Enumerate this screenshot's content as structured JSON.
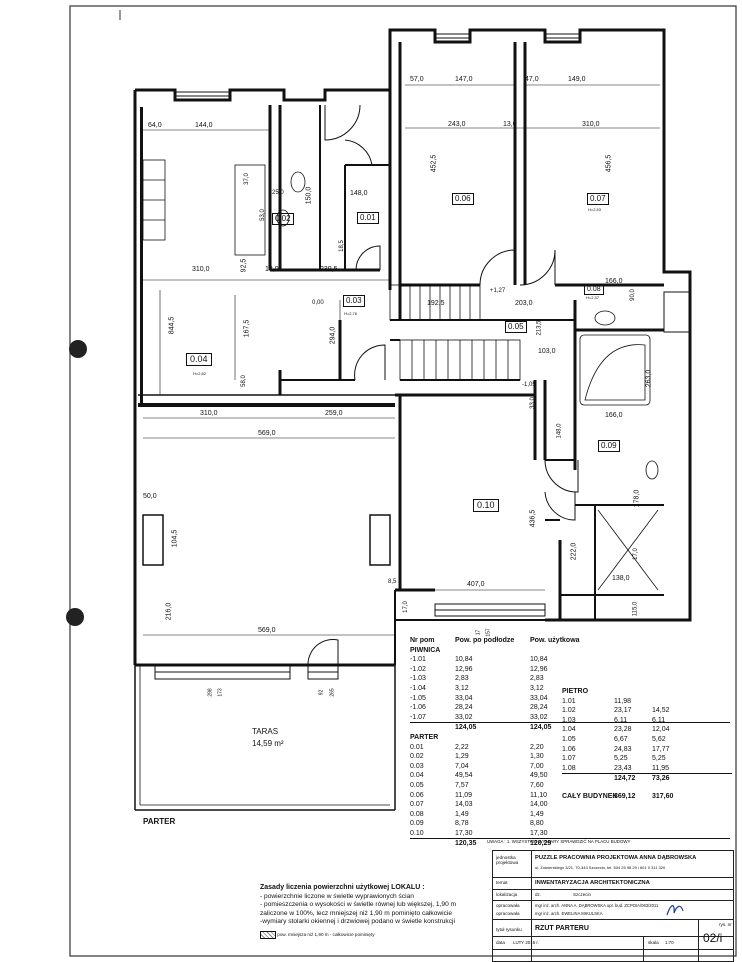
{
  "plan": {
    "floor_label": "PARTER",
    "terrace": {
      "name": "TARAS",
      "area": "14,59 m²"
    },
    "rooms": [
      {
        "id": "0.01",
        "height": ""
      },
      {
        "id": "0.02",
        "height": ""
      },
      {
        "id": "0.03",
        "height": "H=2,76"
      },
      {
        "id": "0.04",
        "height": "H=2,82"
      },
      {
        "id": "0.05",
        "height": ""
      },
      {
        "id": "0.06",
        "height": ""
      },
      {
        "id": "0.07",
        "height": "H=2,53"
      },
      {
        "id": "0.08",
        "height": "H=2,37"
      },
      {
        "id": "0.09",
        "height": ""
      },
      {
        "id": "0.10",
        "height": ""
      }
    ],
    "levels": [
      "0,00",
      "+1,27",
      "-1,05"
    ],
    "dimensions": [
      "64,0",
      "144,0",
      "57,0",
      "147,0",
      "47,0",
      "149,0",
      "243,0",
      "13,0",
      "310,0",
      "452,5",
      "456,5",
      "148,0",
      "150,0",
      "53,0",
      "25,0",
      "37,0",
      "18,5",
      "310,0",
      "92,5",
      "18,0",
      "239,5",
      "192,5",
      "203,0",
      "166,0",
      "90,0",
      "844,5",
      "167,5",
      "294,0",
      "213,5",
      "103,0",
      "58,0",
      "263,0",
      "310,0",
      "259,0",
      "33,0",
      "166,0",
      "569,0",
      "148,0",
      "50,0",
      "104,5",
      "436,5",
      "178,0",
      "222,0",
      "17,0",
      "138,0",
      "115,0",
      "8,5",
      "407,0",
      "216,0",
      "17,0",
      "569,0",
      "298",
      "173",
      "92",
      "265",
      "17",
      "157"
    ]
  },
  "tables": {
    "headers": {
      "nr": "Nr pom",
      "floor_area": "Pow. po podłodze",
      "usable_area": "Pow. użytkowa"
    },
    "piwnica": {
      "title": "PIWNICA",
      "rows": [
        [
          "-1.01",
          "10,84",
          "10,84"
        ],
        [
          "-1.02",
          "12,96",
          "12,96"
        ],
        [
          "-1.03",
          "2,83",
          "2,83"
        ],
        [
          "-1.04",
          "3,12",
          "3,12"
        ],
        [
          "-1.05",
          "33,04",
          "33,04"
        ],
        [
          "-1.06",
          "28,24",
          "28,24"
        ],
        [
          "-1.07",
          "33,02",
          "33,02"
        ]
      ],
      "total": [
        "124,05",
        "124,05"
      ]
    },
    "parter": {
      "title": "PARTER",
      "rows": [
        [
          "0.01",
          "2,22",
          "2,20"
        ],
        [
          "0.02",
          "1,29",
          "1,30"
        ],
        [
          "0.03",
          "7,04",
          "7,00"
        ],
        [
          "0.04",
          "49,54",
          "49,50"
        ],
        [
          "0.05",
          "7,57",
          "7,60"
        ],
        [
          "0.06",
          "11,09",
          "11,10"
        ],
        [
          "0.07",
          "14,03",
          "14,00"
        ],
        [
          "0.08",
          "1,49",
          "1,49"
        ],
        [
          "0.09",
          "8,78",
          "8,80"
        ],
        [
          "0.10",
          "17,30",
          "17,30"
        ]
      ],
      "total": [
        "120,35",
        "120,29"
      ]
    },
    "pietro": {
      "title": "PIETRO",
      "rows": [
        [
          "1.01",
          "11,98",
          ""
        ],
        [
          "1.02",
          "23,17",
          "14,52"
        ],
        [
          "1.03",
          "6,11",
          "6,11"
        ],
        [
          "1.04",
          "23,28",
          "12,04"
        ],
        [
          "1.05",
          "6,67",
          "5,62"
        ],
        [
          "1.06",
          "24,83",
          "17,77"
        ],
        [
          "1.07",
          "5,25",
          "5,25"
        ],
        [
          "1.08",
          "23,43",
          "11,95"
        ]
      ],
      "total": [
        "124,72",
        "73,26"
      ]
    },
    "building_total": {
      "label": "CAŁY BUDYNEK",
      "floor_area": "369,12",
      "usable_area": "317,60"
    }
  },
  "note": "UWAGA : 1. WSZYSTKIE WYMIARY SPRAWDZIĆ NA PLACU BUDOWY",
  "rules": {
    "title": "Zasady liczenia powierzchni użytkowej LOKALU :",
    "lines": [
      "- powierzchnie liczone  w świetle wyprawionych ścian",
      "- pomieszczenia o wysokości w świetle równej lub większej, 1,90 m",
      "zaliczone w 100%, lecz mniejszej niż 1,90 m pominięto całkowicie",
      "-wymiary stolarki okiennej i drzwiowej podano w świetle konstrukcji"
    ],
    "legend": "pow. mniejsza niż 1,90 m - całkowicie pominięty"
  },
  "stamp": {
    "office_label": "jednostka projektowa",
    "office_name": "PUZZLE PRACOWNIA PROJEKTOWA ANNA DĄBROWSKA",
    "office_address": "ul. Żołnierskiego 3/21, 70-343 Szczecin, tel. 504 25 98 29 i 601 0 311 320",
    "subject_label": "temat",
    "subject": "INWENTARYZACJA ARCHITEKTONICZNA",
    "location_label": "lokalizacja",
    "location_prefix": "dz.",
    "location": "Szczecin",
    "designer_label": "opracowała",
    "designer": "mgr inż. arch. ANNA A. DĄBROWSKA upr. bud. ZCPOIA/063/2011",
    "assistant_label": "opracowała",
    "assistant": "mgr inż. arch. EWELINA MIKULSKA",
    "drawing_label": "tytuł rysunku",
    "drawing": "RZUT PARTERU",
    "date_label": "data",
    "date": "LUTY 2015 r.",
    "scale_label": "skala",
    "scale": "1:70",
    "sheet_label": "rys. nr",
    "sheet": "02/i"
  }
}
